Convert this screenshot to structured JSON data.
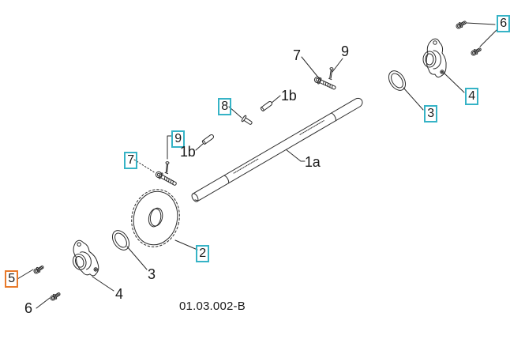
{
  "diagram": {
    "code": "01.03.002-B",
    "colors": {
      "line": "#2b2b2b",
      "background": "#ffffff",
      "highlight_box": "#36b3c6",
      "selected_box": "#e87a2b"
    },
    "callouts": {
      "upper_7": "7",
      "upper_9": "9",
      "upper_1b": "1b",
      "n8": "8",
      "lower_9": "9",
      "lower_1b": "1b",
      "lower_7": "7",
      "n1a": "1a",
      "n2": "2",
      "upper_3": "3",
      "upper_4": "4",
      "upper_6": "6",
      "lower_3": "3",
      "lower_4": "4",
      "n5": "5",
      "lower_6": "6"
    }
  }
}
